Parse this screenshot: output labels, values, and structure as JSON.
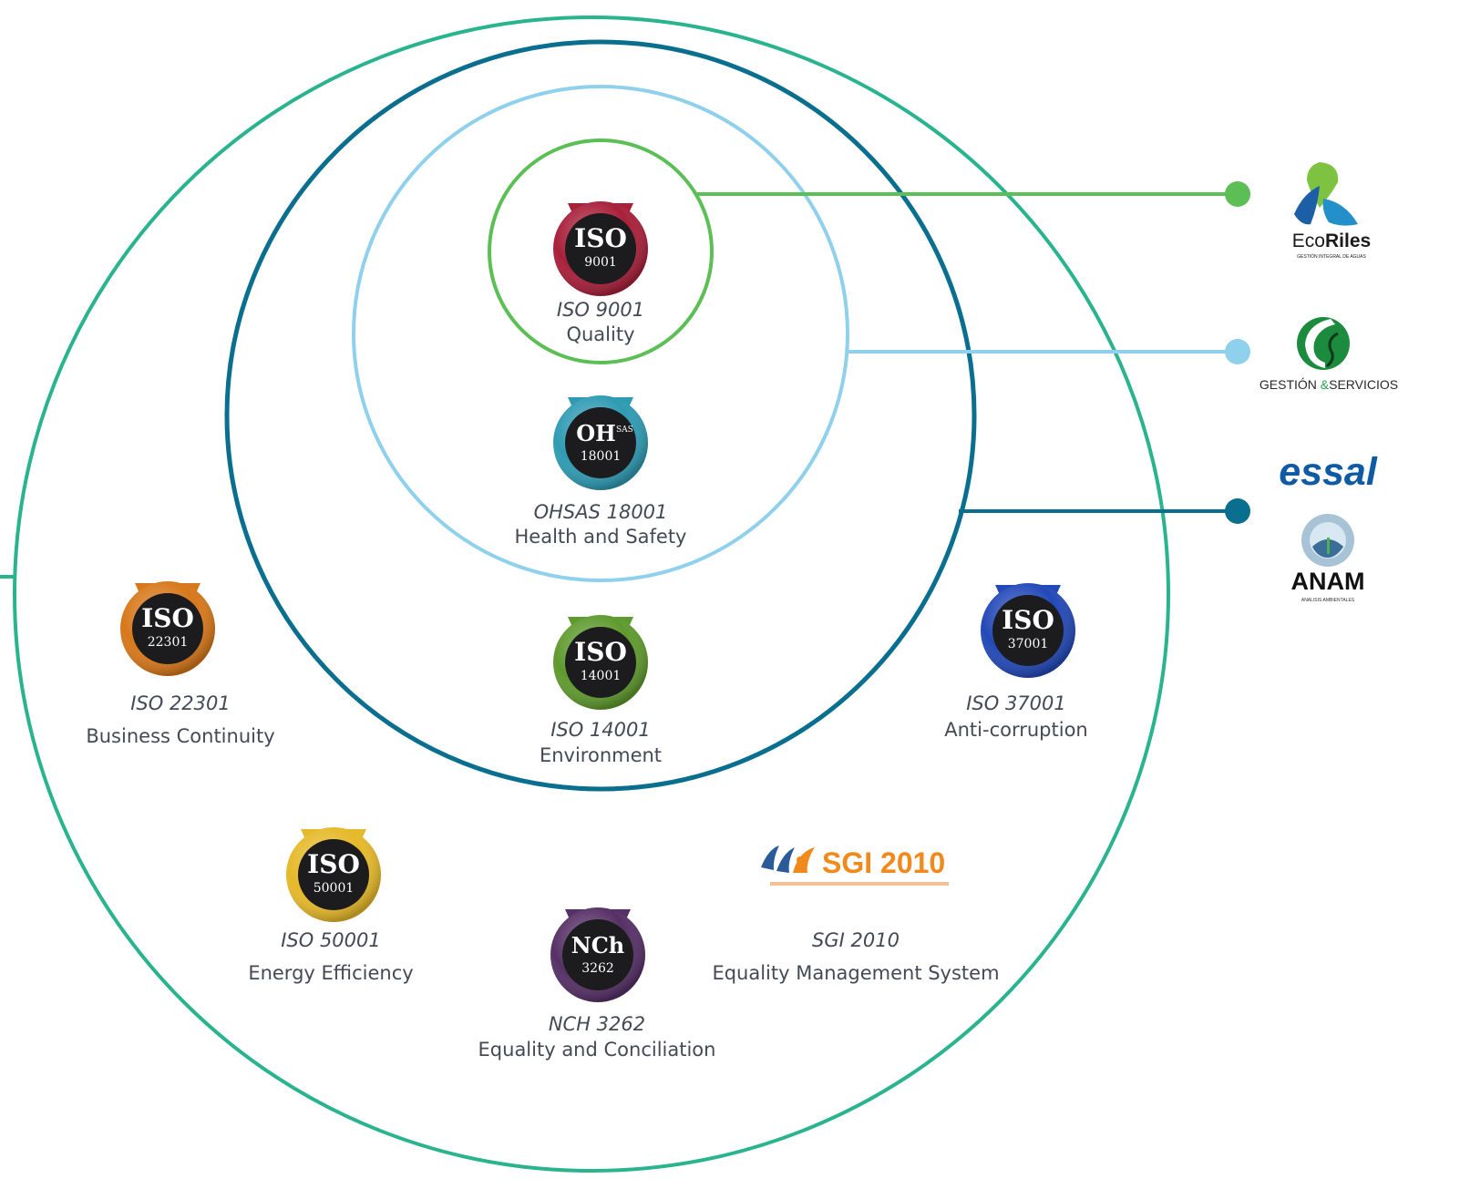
{
  "colors": {
    "outer_ring": "#2ab38f",
    "dark_ring": "#0a6f8e",
    "light_ring": "#8fd0ec",
    "quality_ring": "#5cbf55"
  },
  "certifications": [
    {
      "code": "ISO 9001",
      "label": "Quality",
      "badge_main": "ISO",
      "badge_number": "9001",
      "color": "#a8203a"
    },
    {
      "code": "OHSAS 18001",
      "label": "Health and Safety",
      "badge_main": "OH",
      "badge_sup": "SAS",
      "badge_number": "18001",
      "color": "#2f9bb3"
    },
    {
      "code": "ISO 14001",
      "label": "Environment",
      "badge_main": "ISO",
      "badge_number": "14001",
      "color": "#5f9a2e"
    },
    {
      "code": "ISO 22301",
      "label": "Business Continuity",
      "badge_main": "ISO",
      "badge_number": "22301",
      "color": "#d7781a"
    },
    {
      "code": "ISO 37001",
      "label": "Anti-corruption",
      "badge_main": "ISO",
      "badge_number": "37001",
      "color": "#2349b8"
    },
    {
      "code": "ISO 50001",
      "label": "Energy Efficiency",
      "badge_main": "ISO",
      "badge_number": "50001",
      "color": "#e6b92a"
    },
    {
      "code": "NCH 3262",
      "label": "Equality and Conciliation",
      "badge_main": "NCh",
      "badge_number": "3262",
      "color": "#563066"
    },
    {
      "code": "SGI 2010",
      "label": "Equality Management System",
      "logo_text": "SGI 2010",
      "color": "#f08a1c"
    }
  ],
  "companies": {
    "ecoriles": {
      "name_light": "Eco",
      "name_bold": "Riles",
      "tagline": "GESTIÓN INTEGRAL DE AGUAS"
    },
    "gestion": {
      "name_a": "GESTIÓN ",
      "name_amp": "&",
      "name_b": "SERVICIOS"
    },
    "essal": {
      "name": "essal"
    },
    "anam": {
      "name": "ANAM",
      "tagline": "ANALISIS AMBIENTALES"
    }
  }
}
